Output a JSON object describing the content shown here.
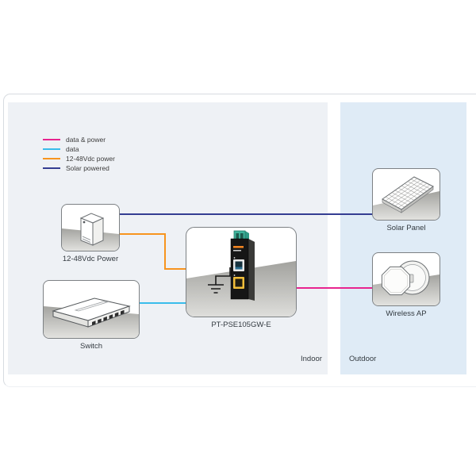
{
  "diagram": {
    "legend": {
      "items": [
        {
          "label": "data & power",
          "color": "#e8248f"
        },
        {
          "label": "data",
          "color": "#39bceb"
        },
        {
          "label": "12-48Vdc power",
          "color": "#f7941e"
        },
        {
          "label": "Solar powered",
          "color": "#343d92"
        }
      ]
    },
    "regions": {
      "indoor": {
        "label": "Indoor",
        "bg": "#eef1f5"
      },
      "outdoor": {
        "label": "Outdoor",
        "bg": "#dfebf6"
      }
    },
    "nodes": [
      {
        "id": "power",
        "label": "12-48Vdc Power",
        "icon": "power-supply-icon"
      },
      {
        "id": "switch",
        "label": "Switch",
        "icon": "switch-icon"
      },
      {
        "id": "injector",
        "label": "PT-PSE105GW-E",
        "icon": "poe-injector-icon"
      },
      {
        "id": "solar",
        "label": "Solar Panel",
        "icon": "solar-panel-icon"
      },
      {
        "id": "ap",
        "label": "Wireless AP",
        "icon": "wireless-ap-icon"
      }
    ],
    "connections": [
      {
        "from": "12-48Vdc Power",
        "to": "Solar Panel",
        "type": "Solar powered",
        "color": "#343d92"
      },
      {
        "from": "12-48Vdc Power",
        "to": "PT-PSE105GW-E",
        "type": "12-48Vdc power",
        "color": "#f7941e"
      },
      {
        "from": "Switch",
        "to": "PT-PSE105GW-E",
        "type": "data",
        "color": "#39bceb"
      },
      {
        "from": "PT-PSE105GW-E",
        "to": "Wireless AP",
        "type": "data & power",
        "color": "#e8248f"
      }
    ]
  }
}
